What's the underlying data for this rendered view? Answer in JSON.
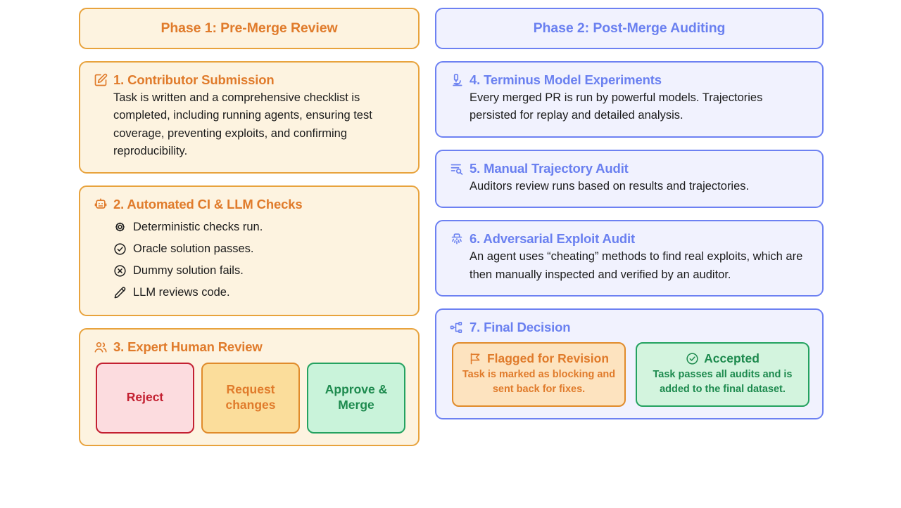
{
  "colors": {
    "amber_accent": "#e07b2b",
    "amber_border": "#e8a33d",
    "amber_fill": "#fdf3e0",
    "indigo_accent": "#6a80f0",
    "indigo_border": "#6d81f2",
    "indigo_fill": "#f1f2fe",
    "red": "#c32031",
    "green": "#1d8a4e"
  },
  "phase1": {
    "header": "Phase 1: Pre-Merge Review",
    "cards": [
      {
        "icon": "square-pen-icon",
        "title": "1. Contributor Submission",
        "body": "Task is written and a comprehensive checklist is completed, including running agents, ensuring test coverage, preventing exploits, and confirming reproducibility."
      },
      {
        "icon": "bot-icon",
        "title": "2. Automated CI & LLM Checks",
        "items": [
          {
            "icon": "gear-icon",
            "label": "Deterministic checks run."
          },
          {
            "icon": "circle-check-icon",
            "label": "Oracle solution passes."
          },
          {
            "icon": "circle-x-icon",
            "label": "Dummy solution fails."
          },
          {
            "icon": "pencil-icon",
            "label": "LLM reviews code."
          }
        ]
      },
      {
        "icon": "users-icon",
        "title": "3. Expert Human Review",
        "decisions": [
          {
            "label": "Reject",
            "style": "reject"
          },
          {
            "label": "Request changes",
            "style": "request"
          },
          {
            "label": "Approve & Merge",
            "style": "approve"
          }
        ]
      }
    ]
  },
  "phase2": {
    "header": "Phase 2: Post-Merge Auditing",
    "cards": [
      {
        "icon": "microscope-icon",
        "title": "4. Terminus Model Experiments",
        "body": "Every merged PR is run by powerful models. Trajectories persisted for replay and detailed analysis."
      },
      {
        "icon": "list-search-icon",
        "title": "5. Manual Trajectory Audit",
        "body": "Auditors review runs based on results and trajectories."
      },
      {
        "icon": "spy-icon",
        "title": "6. Adversarial Exploit Audit",
        "body": "An agent uses “cheating” methods to find real exploits, which are then manually inspected and verified by an auditor."
      },
      {
        "icon": "workflow-icon",
        "title": "7. Final Decision",
        "outcomes": [
          {
            "icon": "flag-icon",
            "title": "Flagged for Revision",
            "desc": "Task is marked as blocking and sent back for fixes.",
            "style": "flagged"
          },
          {
            "icon": "circle-check-icon",
            "title": "Accepted",
            "desc": "Task passes all audits and is added to the final dataset.",
            "style": "accepted"
          }
        ]
      }
    ]
  }
}
